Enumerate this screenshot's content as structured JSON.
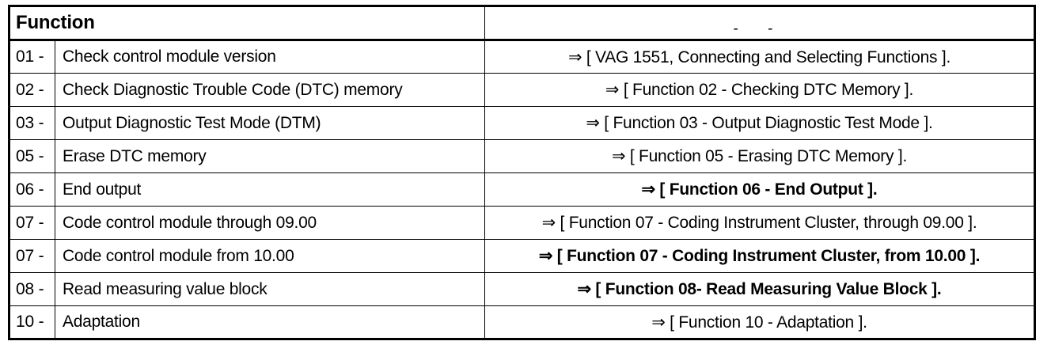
{
  "table": {
    "header": {
      "function_label": "Function",
      "reference_ghost": "- -"
    },
    "columns": {
      "number": "",
      "description": "Function",
      "reference": ""
    },
    "arrow_symbol": "⇒",
    "rows": [
      {
        "number": "01 -",
        "description": "Check control module version",
        "reference": "⇒ [ VAG 1551, Connecting and Selecting Functions ].",
        "emphasized": false
      },
      {
        "number": "02 -",
        "description": "Check Diagnostic Trouble Code (DTC) memory",
        "reference": "⇒ [ Function 02 - Checking DTC Memory ].",
        "emphasized": false
      },
      {
        "number": "03 -",
        "description": "Output Diagnostic Test Mode (DTM)",
        "reference": "⇒ [ Function 03 - Output Diagnostic Test Mode ].",
        "emphasized": false
      },
      {
        "number": "05 -",
        "description": "Erase DTC memory",
        "reference": "⇒ [ Function 05 - Erasing DTC Memory ].",
        "emphasized": false
      },
      {
        "number": "06 -",
        "description": "End output",
        "reference": "⇒ [ Function 06 - End Output ].",
        "emphasized": true
      },
      {
        "number": "07 -",
        "description": "Code control module through 09.00",
        "reference": "⇒ [ Function 07 - Coding Instrument Cluster, through 09.00 ].",
        "emphasized": false
      },
      {
        "number": "07 -",
        "description": "Code control module from 10.00",
        "reference": "⇒ [ Function 07 - Coding Instrument Cluster, from 10.00 ].",
        "emphasized": true
      },
      {
        "number": "08 -",
        "description": "Read measuring value block",
        "reference": "⇒ [ Function 08- Read Measuring Value Block ].",
        "emphasized": true
      },
      {
        "number": "10 -",
        "description": "Adaptation",
        "reference": "⇒ [ Function 10 - Adaptation ].",
        "emphasized": false
      }
    ]
  }
}
